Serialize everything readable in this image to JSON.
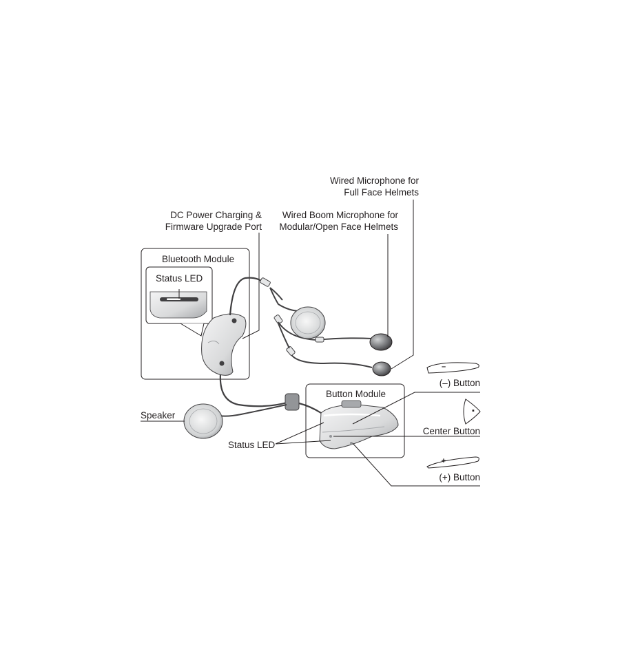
{
  "labels": {
    "wired_mic_full_face": [
      "Wired Microphone for",
      "Full Face Helmets"
    ],
    "dc_power_port": [
      "DC Power Charging &",
      "Firmware Upgrade Port"
    ],
    "wired_boom_mic": [
      "Wired Boom Microphone for",
      "Modular/Open Face Helmets"
    ],
    "bluetooth_module": "Bluetooth Module",
    "status_led_inset": "Status LED",
    "speaker": "Speaker",
    "button_module": "Button Module",
    "status_led_button": "Status LED",
    "minus_button": "(–) Button",
    "center_button": "Center Button",
    "plus_button": "(+) Button"
  },
  "button_glyphs": {
    "minus": "–",
    "center": "▪",
    "plus": "+"
  },
  "colors": {
    "line": "#231f20",
    "device_fill": "#e6e7e8",
    "device_shade": "#bcbec0",
    "dark": "#414042"
  }
}
